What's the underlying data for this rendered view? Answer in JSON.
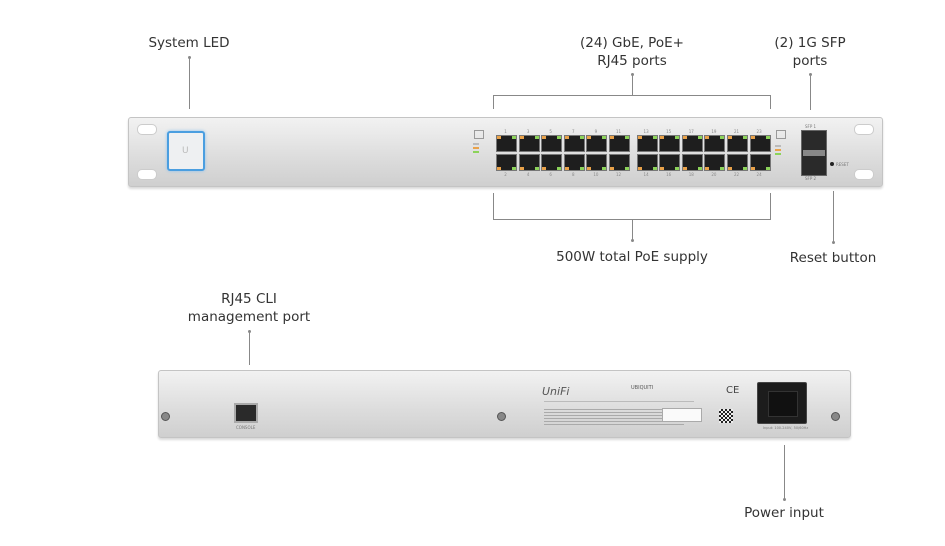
{
  "front_callouts": {
    "system_led": "System LED",
    "gbe_ports": [
      "(24) GbE, PoE+",
      "RJ45 ports"
    ],
    "sfp_ports": [
      "(2) 1G SFP",
      "ports"
    ],
    "poe_supply": "500W total PoE supply",
    "reset_button": "Reset button"
  },
  "rear_callouts": {
    "cli_port": [
      "RJ45 CLI",
      "management port"
    ],
    "power_input": "Power input"
  },
  "front_panel": {
    "top_port_numbers": [
      "1",
      "3",
      "5",
      "7",
      "9",
      "11",
      "13",
      "15",
      "17",
      "19",
      "21",
      "23"
    ],
    "bottom_port_numbers": [
      "2",
      "4",
      "6",
      "8",
      "10",
      "12",
      "14",
      "16",
      "18",
      "20",
      "22",
      "24"
    ],
    "sfp_labels": [
      "SFP 1",
      "SFP 2"
    ],
    "reset_label": "RESET",
    "led_color": "#4a9ee0"
  },
  "rear_panel": {
    "console_label": "CONSOLE",
    "brand_logo": "UniFi",
    "maker_logo": "UBIQUITI",
    "ce_mark": "CE"
  }
}
